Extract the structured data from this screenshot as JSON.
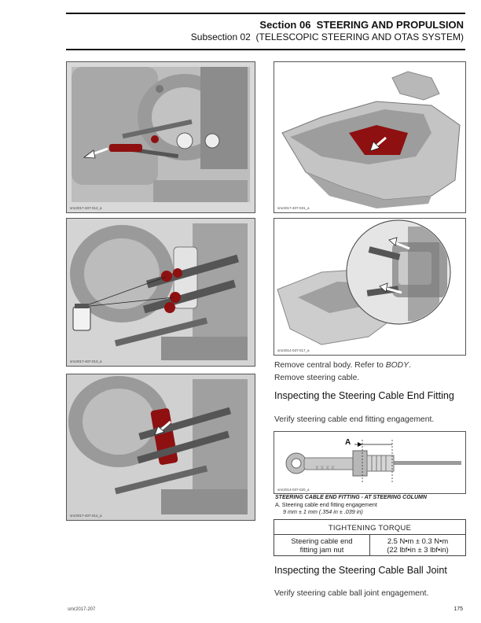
{
  "header": {
    "section_number": "Section 06",
    "section_title": "STEERING AND PROPULSION",
    "subsection_number": "Subsection 02",
    "subsection_title": "(TELESCOPIC STEERING AND OTAS SYSTEM)"
  },
  "figures": {
    "fig1_code": "smr2017-407-012_a",
    "fig2_code": "smr2017-407-031_a",
    "fig3_code": "smr2017-407-013_a",
    "fig4_code": "smr2014-037-017_a",
    "fig5_code": "smr2017-407-014_a",
    "fig6_code": "smr2014-037-020_a",
    "fig6_callout": "A"
  },
  "content": {
    "step1": "Remove central body. Refer to ",
    "step1_link": "BODY",
    "step1_end": ".",
    "step2": "Remove steering cable.",
    "heading1": "Inspecting the Steering Cable End Fitting",
    "para1": "Verify steering cable end fitting engagement.",
    "caption_title": "STEERING CABLE END FITTING - AT STEERING COLUMN",
    "caption_line1": "A.  Steering cable end fitting engagement",
    "caption_line2": "9 mm ± 1 mm (.354 in ± .039 in)",
    "heading2": "Inspecting the Steering Cable Ball Joint",
    "para2": "Verify steering cable ball joint engagement."
  },
  "torque_table": {
    "title": "TIGHTENING TORQUE",
    "item_line1": "Steering cable end",
    "item_line2": "fitting jam nut",
    "value_line1": "2.5 N•m ± 0.3 N•m",
    "value_line2": "(22 lbf•in ± 3 lbf•in)"
  },
  "footer": {
    "doc_code": "smr2017-207",
    "page_number": "175"
  }
}
